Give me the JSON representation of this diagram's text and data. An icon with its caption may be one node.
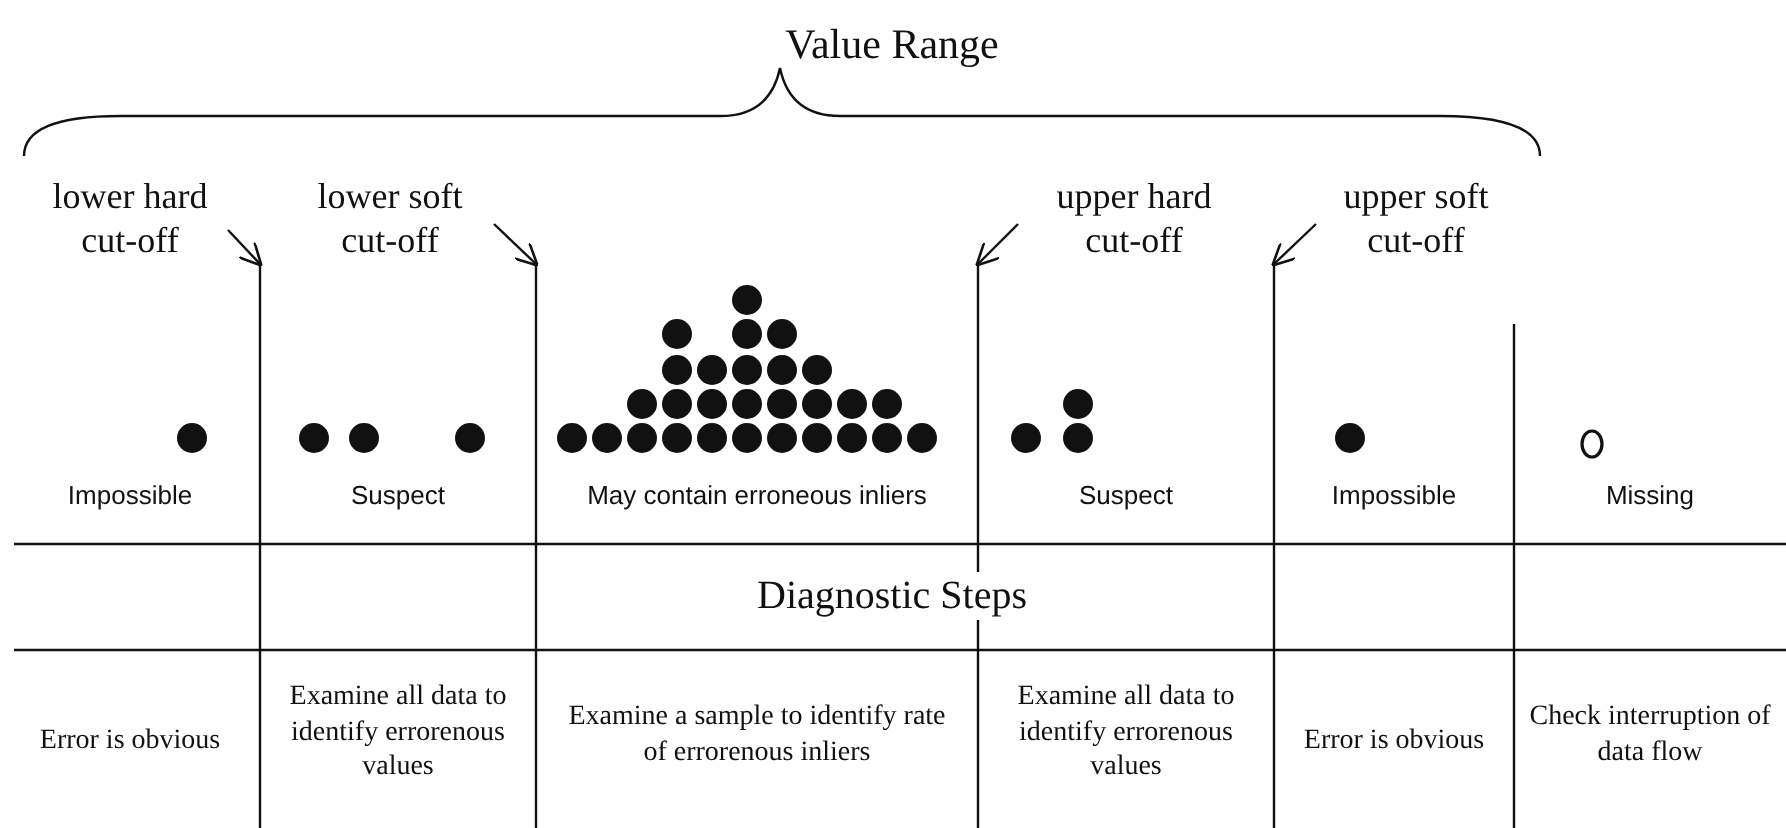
{
  "diagram": {
    "title": "Value Range",
    "nodes": [
      {
        "text": [
          "lower hard cut-off"
        ]
      },
      {
        "text": [
          "lower soft cut-off"
        ]
      },
      {
        "text": [
          "upper hard cut-off"
        ]
      },
      {
        "text": [
          "upper soft cut-off"
        ]
      },
      {
        "text": [],
        "shape": "bar"
      },
      {
        "text": [],
        "shape": "bar"
      },
      {
        "text": [],
        "shape": "bar"
      },
      {
        "text": [],
        "shape": "bar"
      }
    ],
    "edges": [
      {
        "from": 0,
        "to": 4,
        "arrow": "to"
      },
      {
        "from": 1,
        "to": 5,
        "arrow": "to"
      },
      {
        "from": 2,
        "to": 6,
        "arrow": "to"
      },
      {
        "from": 3,
        "to": 7,
        "arrow": "to"
      }
    ],
    "labels": [
      "Impossible",
      "Suspect",
      "May contain erroneous inliers",
      "Suspect",
      "Impossible",
      "Missing",
      "Diagnostic Steps",
      "Error is obvious",
      "Examine all data to identify errorenous values",
      "Examine a sample to identify rate of errorenous inliers",
      "Examine all data to identify errorenous values",
      "Error is obvious",
      "Check interruption of data flow"
    ]
  }
}
